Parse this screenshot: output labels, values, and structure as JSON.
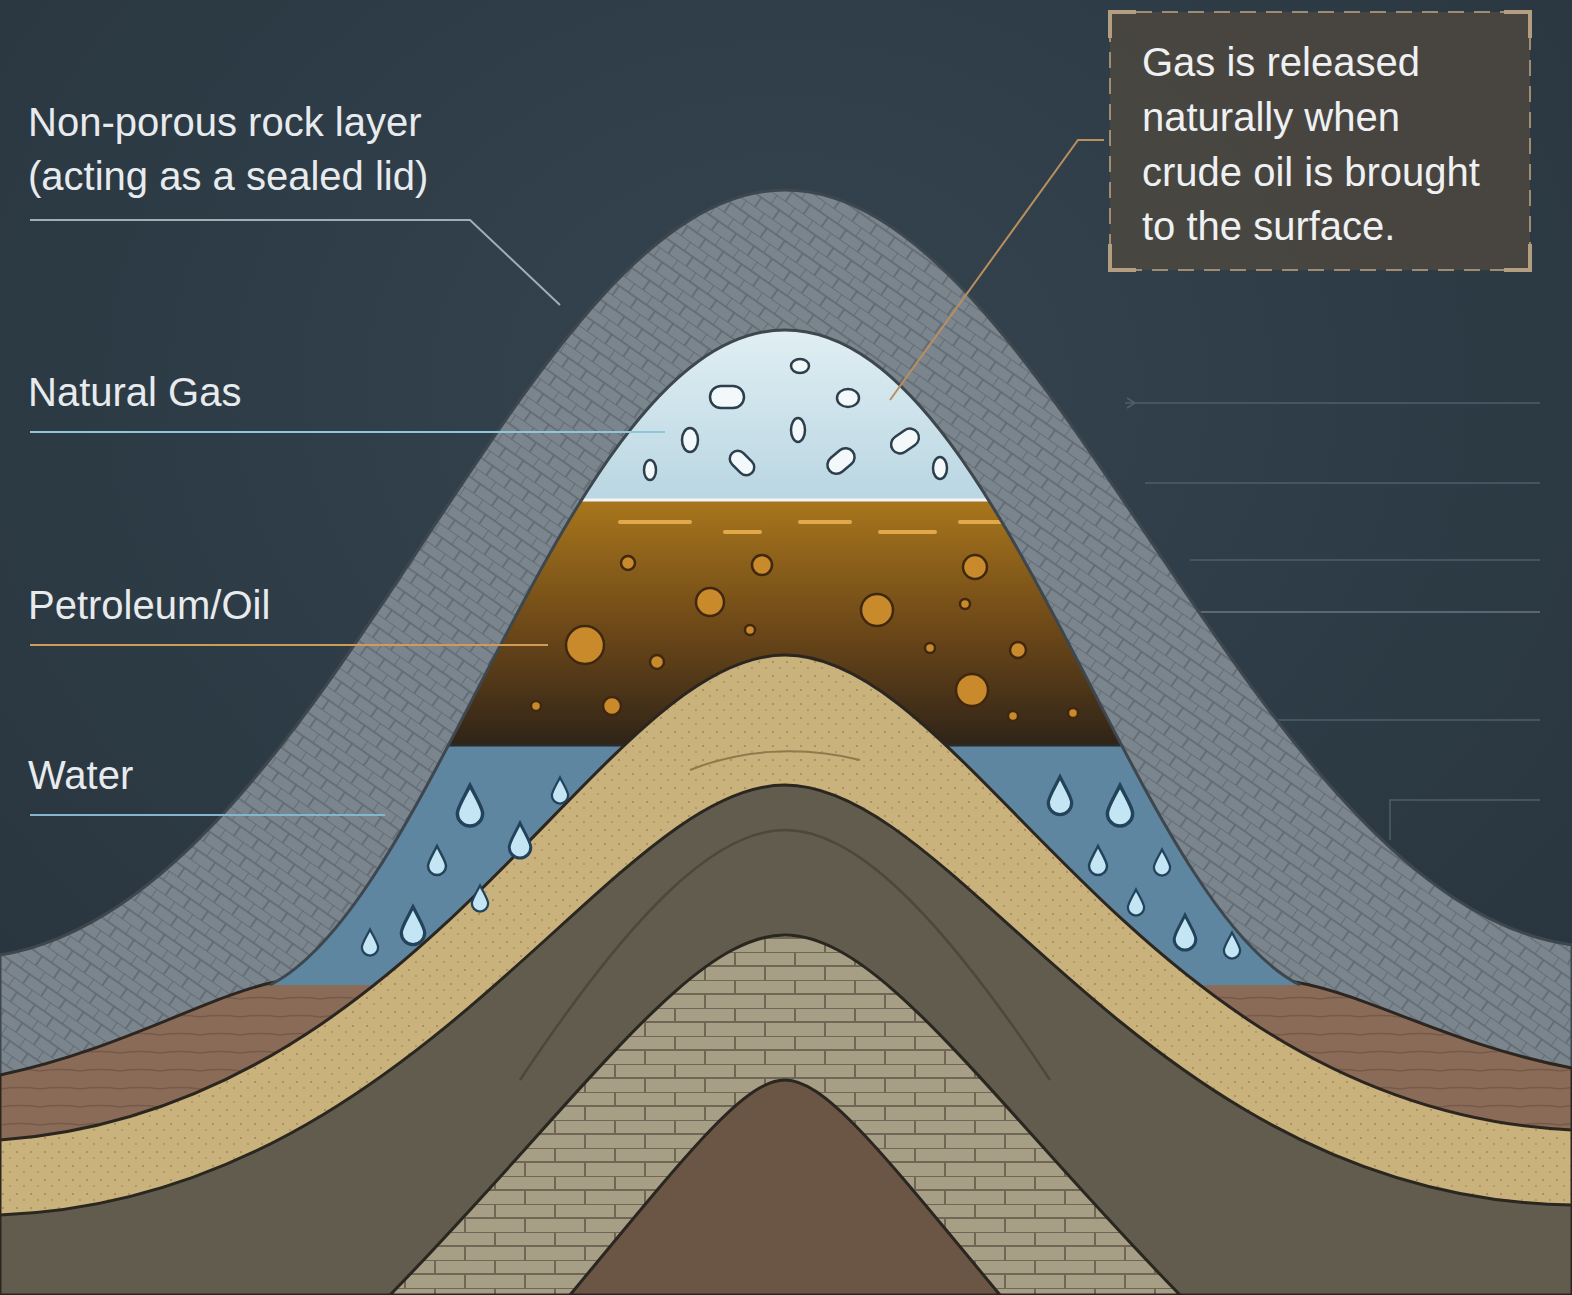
{
  "diagram": {
    "nodes": [
      {
        "text": [
          "Gas is released naturally when crude oil is brought to the surface."
        ]
      }
    ],
    "labels": [
      "Non-porous rock layer (acting as a sealed lid)",
      "Natural Gas",
      "Petroleum/Oil",
      "Water"
    ]
  }
}
